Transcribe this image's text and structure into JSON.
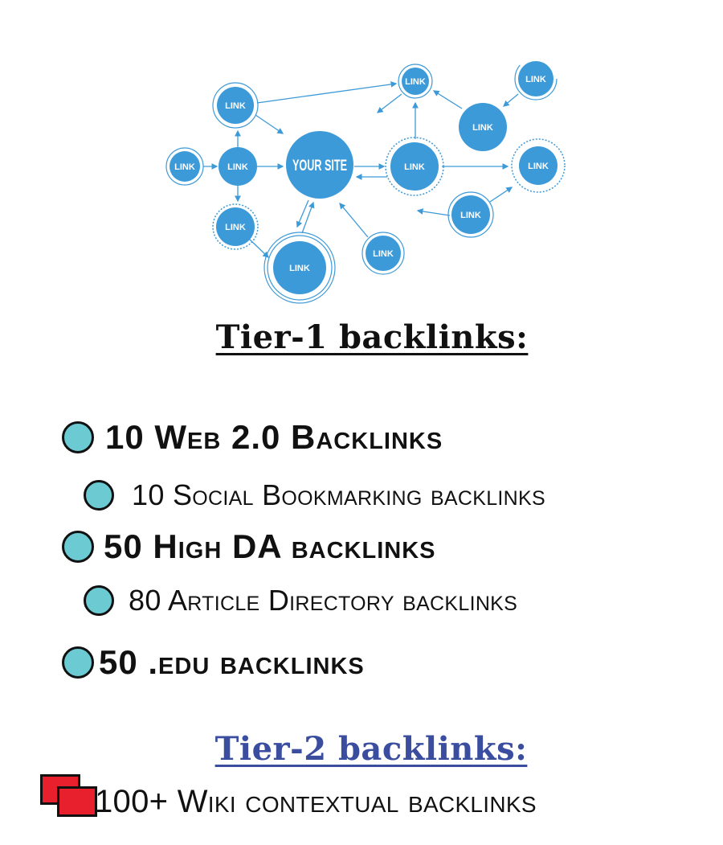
{
  "diagram": {
    "center_label": "YOUR SITE",
    "node_label": "LINK",
    "color": "#3d9ad8"
  },
  "tier1": {
    "heading": "Tier-1 backlinks:",
    "items": [
      {
        "label": "10 Web 2.0 Backlinks"
      },
      {
        "label": "10 Social Bookmarking backlinks"
      },
      {
        "label": "50 High DA backlinks"
      },
      {
        "label": "80 Article Directory backlinks"
      },
      {
        "label": "50 .edu backlinks"
      }
    ]
  },
  "tier2": {
    "heading": "Tier-2 backlinks:",
    "heading_color": "#3a4d9f",
    "items": [
      {
        "label": "100+ Wiki contextual backlinks"
      }
    ]
  }
}
